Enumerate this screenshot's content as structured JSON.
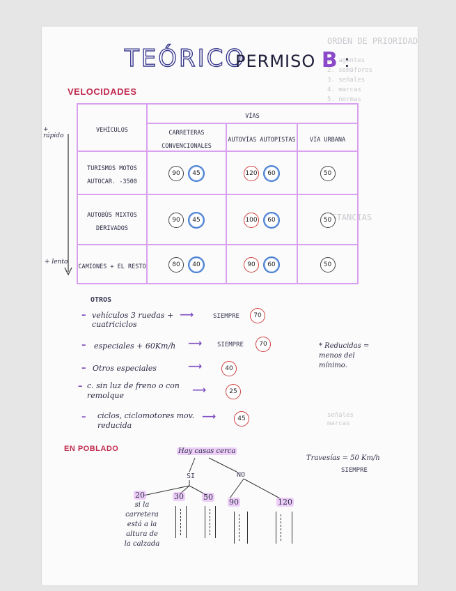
{
  "title": {
    "main": "TEÓRICO",
    "sub": "PERMISO",
    "letter": "B",
    "colon": ":"
  },
  "velocidades": {
    "heading": "VELOCIDADES",
    "col_vehiculos": "VEHÍCULOS",
    "col_vias": "VÍAS",
    "sub_headers": [
      "CARRETERAS CONVENCIONALES",
      "AUTOVÍAS AUTOPISTAS",
      "VÍA URBANA"
    ],
    "axis_top": "+ rápido",
    "axis_bottom": "+ lento",
    "rows": [
      {
        "label": "TURISMOS MOTOS AUTOCAR. -3500",
        "conv": [
          "90",
          "45"
        ],
        "auto": [
          "120",
          "60"
        ],
        "urb": [
          "50"
        ]
      },
      {
        "label": "AUTOBÚS MIXTOS DERIVADOS",
        "conv": [
          "90",
          "45"
        ],
        "auto": [
          "100",
          "60"
        ],
        "urb": [
          "50"
        ]
      },
      {
        "label": "CAMIONES + EL RESTO",
        "conv": [
          "80",
          "40"
        ],
        "auto": [
          "90",
          "60"
        ],
        "urb": [
          "50"
        ]
      }
    ]
  },
  "otros": {
    "heading": "OTROS",
    "items": [
      {
        "text": "vehículos 3 ruedas + cuatriciclos",
        "result": "SIEMPRE",
        "speed": "70"
      },
      {
        "text": "especiales + 60Km/h",
        "result": "SIEMPRE",
        "speed": "70"
      },
      {
        "text": "Otros especiales",
        "result": "",
        "speed": "40"
      },
      {
        "text": "c. sin luz de freno o con remolque",
        "result": "",
        "speed": "25"
      },
      {
        "text": "ciclos, ciclomotores mov. reducida",
        "result": "",
        "speed": "45"
      }
    ],
    "note": "* Reducidas = menos del mínimo."
  },
  "poblado": {
    "heading": "EN POBLADO",
    "question": "Hay casas cerca",
    "yes": "SI",
    "no": "NO",
    "speeds": [
      "20",
      "30",
      "50",
      "90",
      "120"
    ],
    "side_note": "si la carretera está a la altura de la calzada",
    "travesias": "Travesías = 50 Km/h",
    "siempre": "SIEMPRE"
  }
}
